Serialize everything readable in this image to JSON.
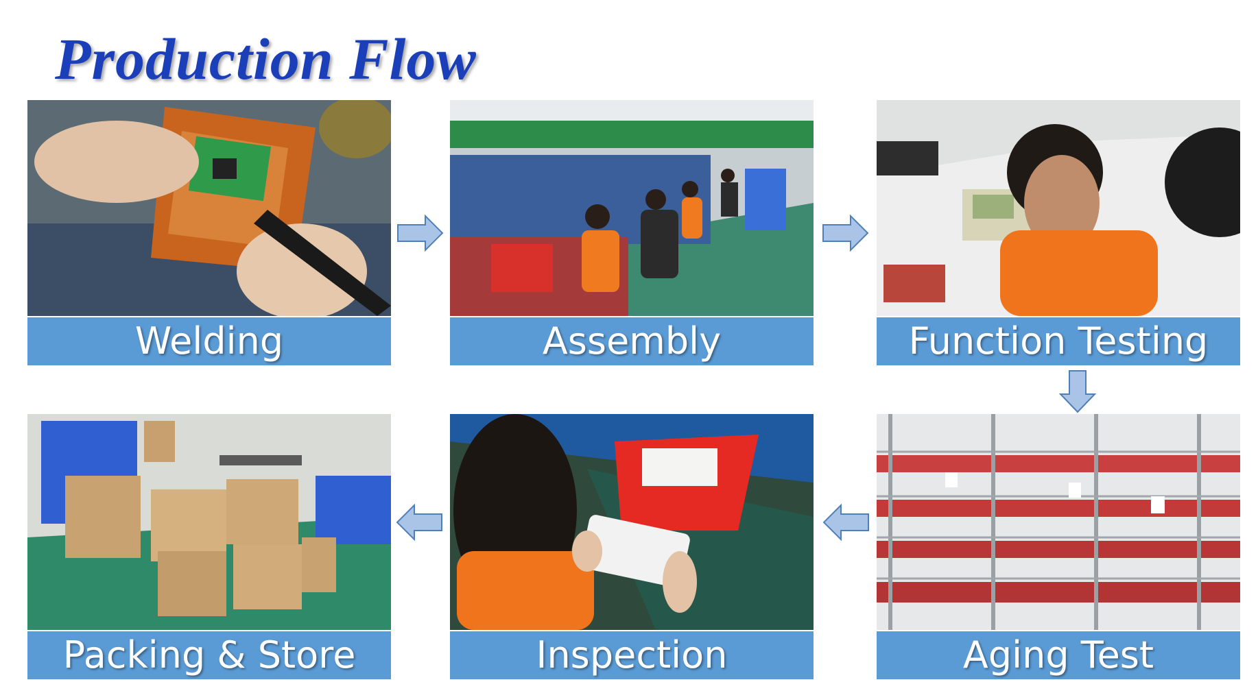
{
  "title": "Production Flow",
  "steps": [
    {
      "label": "Welding",
      "photo": "soldering-circuit-board"
    },
    {
      "label": "Assembly",
      "photo": "assembly-line-workers"
    },
    {
      "label": "Function Testing",
      "photo": "testing-station"
    },
    {
      "label": "Aging Test",
      "photo": "aging-racks"
    },
    {
      "label": "Inspection",
      "photo": "inspection-worker"
    },
    {
      "label": "Packing & Store",
      "photo": "cardboard-boxes-warehouse"
    }
  ],
  "colors": {
    "title": "#1a3fb8",
    "label_bg": "#5b9bd5",
    "label_text": "#ffffff",
    "arrow_fill": "#a9c4e6",
    "arrow_stroke": "#4f7fb8"
  },
  "arrows": [
    "right",
    "right",
    "down",
    "left",
    "left"
  ]
}
